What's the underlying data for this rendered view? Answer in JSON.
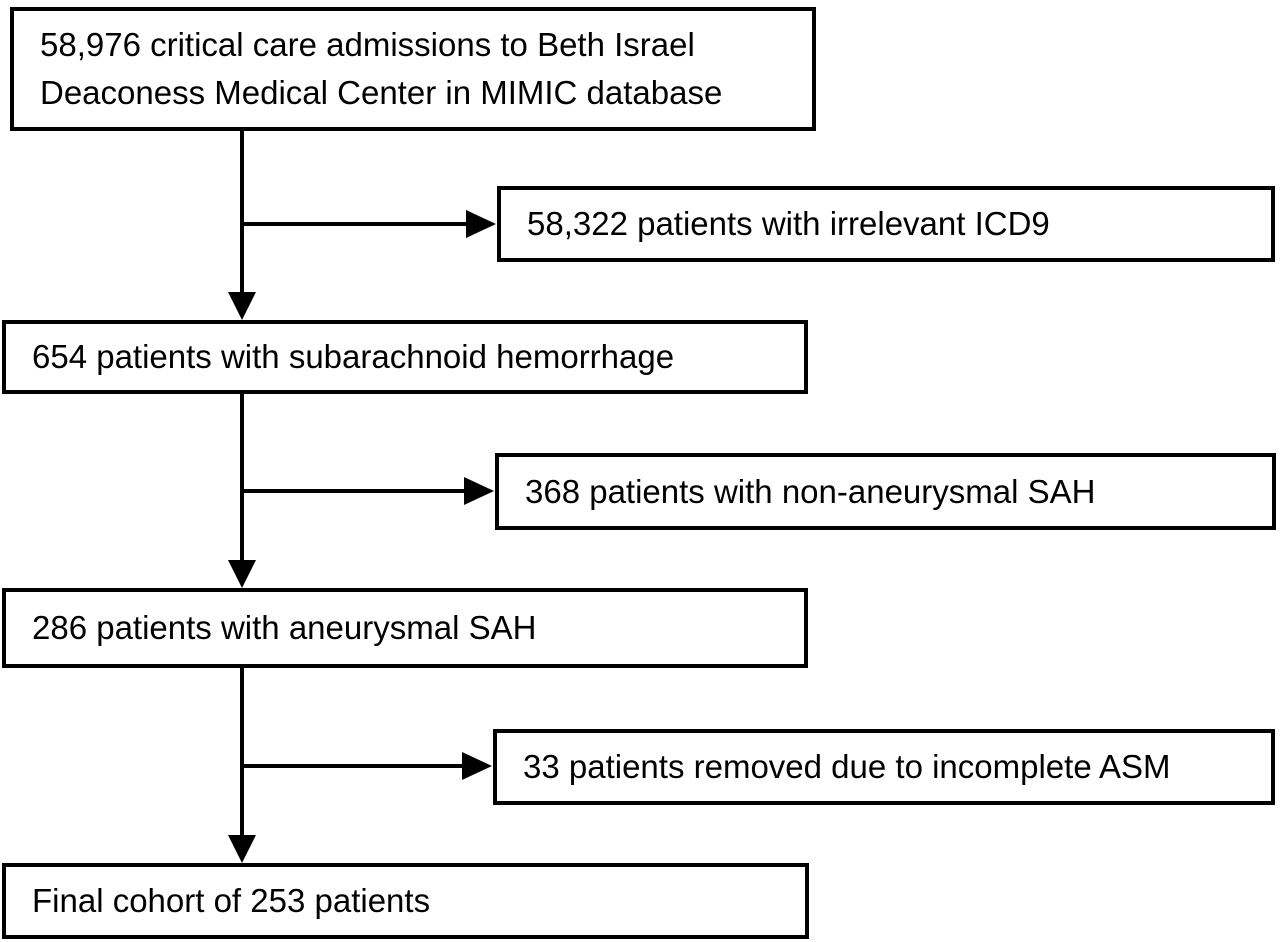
{
  "flowchart": {
    "main_path": [
      {
        "label": "58,976 critical care admissions to Beth Israel Deaconess Medical Center in MIMIC database"
      },
      {
        "label": "654 patients with subarachnoid hemorrhage"
      },
      {
        "label": "286 patients with aneurysmal SAH"
      },
      {
        "label": "Final cohort of 253 patients"
      }
    ],
    "exclusions": [
      {
        "label": "58,322 patients with irrelevant ICD9"
      },
      {
        "label": "368 patients with non-aneurysmal SAH"
      },
      {
        "label": "33 patients removed due to incomplete ASM"
      }
    ],
    "colors": {
      "box_border": "#000000",
      "box_background": "#ffffff",
      "text": "#000000",
      "arrow": "#000000"
    }
  }
}
